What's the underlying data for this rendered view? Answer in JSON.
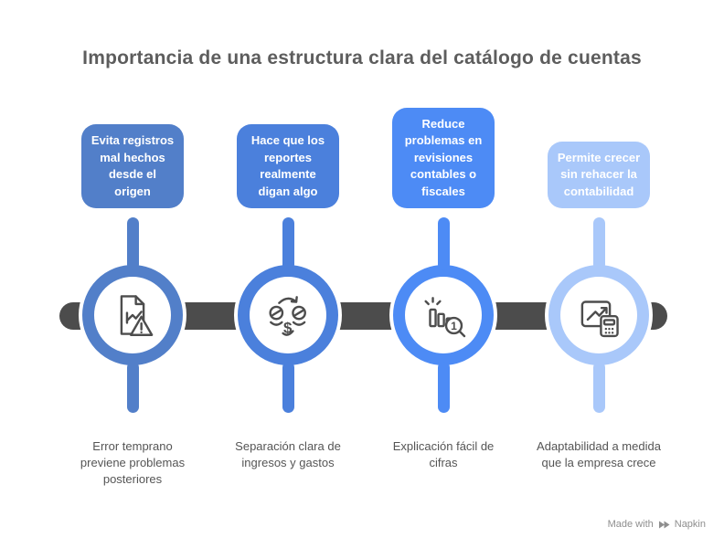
{
  "title": "Importancia de una estructura clara del catálogo de cuentas",
  "columns": [
    {
      "box_label": "Evita registros mal hechos desde el origen",
      "caption": "Error temprano previene problemas posteriores",
      "color": "#527FC9",
      "icon": "document-warning-icon"
    },
    {
      "box_label": "Hace que los reportes realmente digan algo",
      "caption": "Separación clara de ingresos y gastos",
      "color": "#4B80DC",
      "icon": "money-flow-icon"
    },
    {
      "box_label": "Reduce problemas en revisiones contables o fiscales",
      "caption": "Explicación fácil de cifras",
      "color": "#4D8BF5",
      "icon": "bar-chart-magnifier-icon"
    },
    {
      "box_label": "Permite crecer sin rehacer la contabilidad",
      "caption": "Adaptabilidad a medida que la empresa crece",
      "color": "#A9C8FA",
      "icon": "growth-calculator-icon"
    }
  ],
  "footer": {
    "made_with": "Made with",
    "brand": "Napkin"
  },
  "colors": {
    "background": "#FFFFFF",
    "timeline_bar": "#4C4C4C",
    "title_text": "#5D5D5D",
    "caption_text": "#555555",
    "box_text": "#FFFFFF",
    "icon_stroke": "#4D4D4D",
    "footer_text": "#8E8E8E"
  }
}
